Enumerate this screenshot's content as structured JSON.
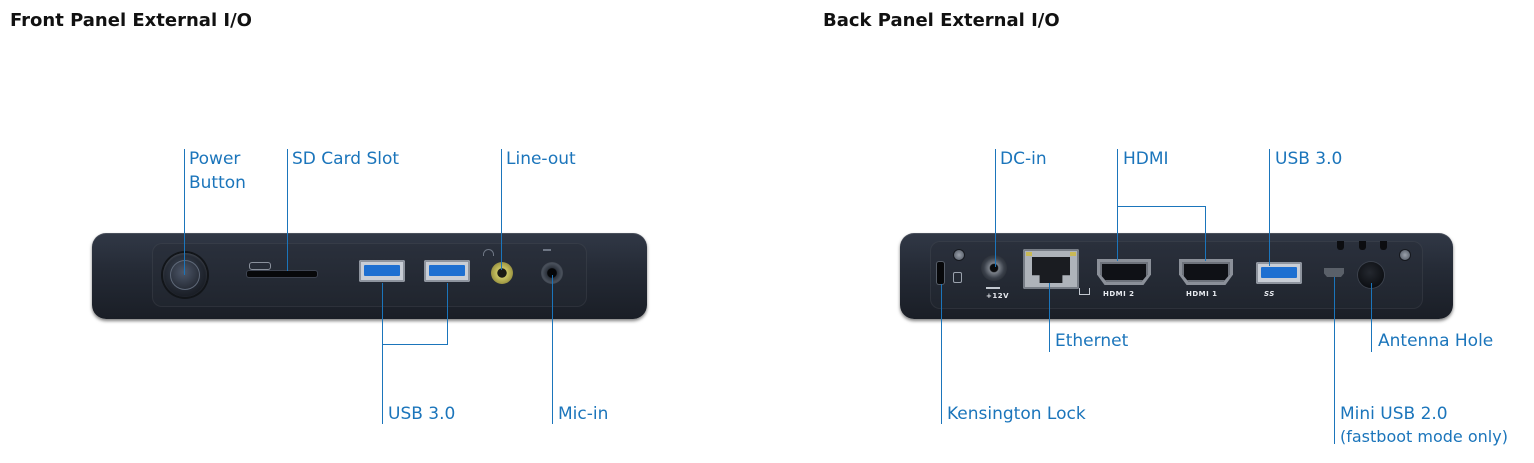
{
  "front_panel": {
    "title": "Front Panel External I/O",
    "labels": {
      "power_line1": "Power",
      "power_line2": "Button",
      "sd_card": "SD Card Slot",
      "line_out": "Line-out",
      "usb": "USB 3.0",
      "mic_in": "Mic-in"
    }
  },
  "back_panel": {
    "title": "Back Panel External I/O",
    "labels": {
      "dc_in": "DC-in",
      "hdmi": "HDMI",
      "usb": "USB 3.0",
      "ethernet": "Ethernet",
      "antenna": "Antenna Hole",
      "kensington": "Kensington Lock",
      "mini_usb_line1": "Mini USB 2.0",
      "mini_usb_line2": "(fastboot mode only)"
    },
    "port_marks": {
      "hdmi2": "HDMI 2",
      "hdmi1": "HDMI 1",
      "dc_voltage": "+12V",
      "usb_ss": "SS"
    }
  },
  "colors": {
    "callout": "#1b75bb",
    "usb_blue": "#1d6fd1",
    "device_body": "#242a35"
  }
}
